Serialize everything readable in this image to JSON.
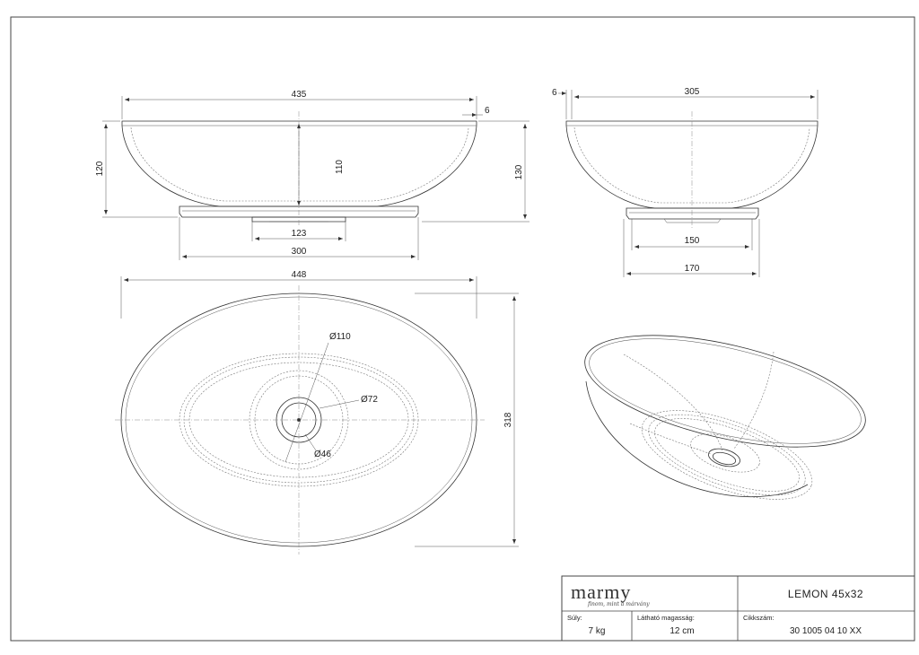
{
  "views": {
    "front": {
      "dim_width": "435",
      "dim_rim": "6",
      "dim_height_left": "120",
      "dim_inner_depth": "110",
      "dim_height_right": "130",
      "dim_drain": "123",
      "dim_base": "300"
    },
    "side": {
      "dim_rim": "6",
      "dim_width": "305",
      "dim_base_inner": "150",
      "dim_base_outer": "170"
    },
    "top": {
      "dim_length": "448",
      "dim_width": "318",
      "dim_d110": "Ø110",
      "dim_d72": "Ø72",
      "dim_d46": "Ø46"
    }
  },
  "title_block": {
    "brand": "marmy",
    "tagline": "finom, mint a márvány",
    "product": "LEMON 45x32",
    "weight_label": "Súly:",
    "weight_value": "7 kg",
    "visible_height_label": "Látható magasság:",
    "visible_height_value": "12 cm",
    "article_label": "Cikkszám:",
    "article_value": "30 1005 04 10 XX"
  }
}
